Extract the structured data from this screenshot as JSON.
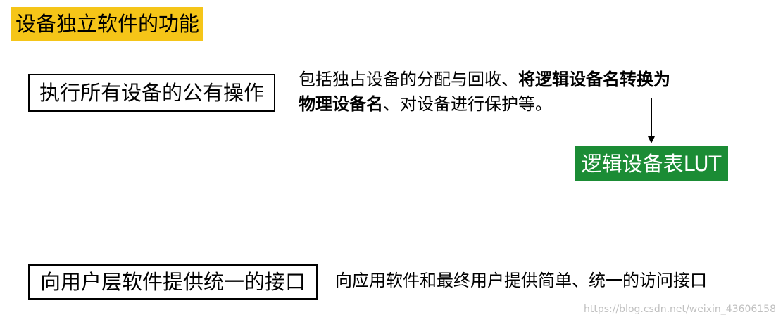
{
  "title": "设备独立软件的功能",
  "functions": [
    {
      "label": "执行所有设备的公有操作",
      "description_plain_1": "包括独占设备的分配与回收、",
      "description_bold_1": "将逻辑设备名转换为",
      "description_bold_2": "物理设备名",
      "description_plain_2": "、对设备进行保护等。"
    },
    {
      "label": "向用户层软件提供统一的接口",
      "description": "向应用软件和最终用户提供简单、统一的访问接口"
    }
  ],
  "lut_label": "逻辑设备表LUT",
  "watermark": "https://blog.csdn.net/weixin_43606158",
  "colors": {
    "title_bg": "#f5c518",
    "lut_bg": "#1b8c35",
    "lut_text": "#ffffff"
  }
}
